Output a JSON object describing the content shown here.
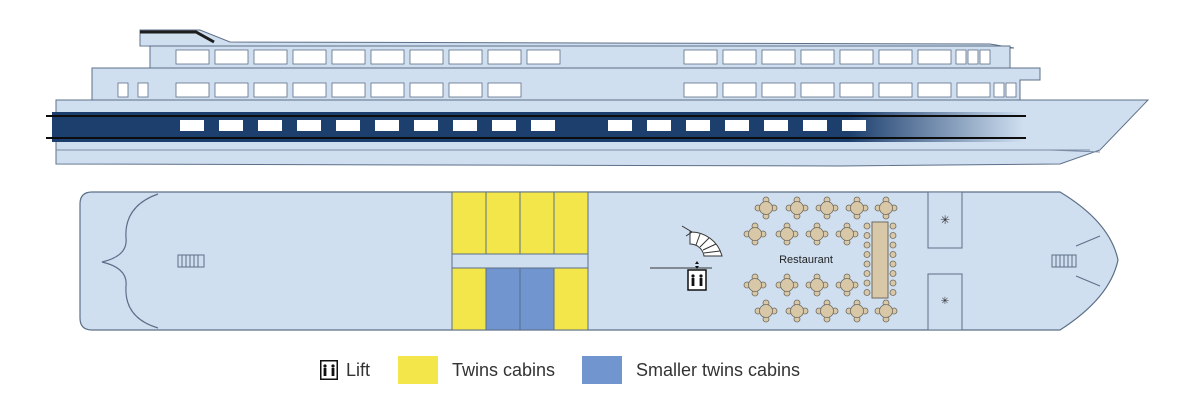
{
  "colors": {
    "hull": "#cfdff0",
    "hull_stroke": "#5d6f88",
    "band": "#1d3f6e",
    "twins": "#f2e64a",
    "smaller_twins": "#7095cf",
    "table": "#d9c8a8",
    "table_stroke": "#6f6a5e"
  },
  "deck": {
    "restaurant_label": "Restaurant"
  },
  "legend": {
    "lift": "Lift",
    "twins": "Twins cabins",
    "smaller_twins": "Smaller twins cabins"
  },
  "icons": [
    "lift-icon",
    "stairs-icon",
    "asterisk-icon"
  ]
}
